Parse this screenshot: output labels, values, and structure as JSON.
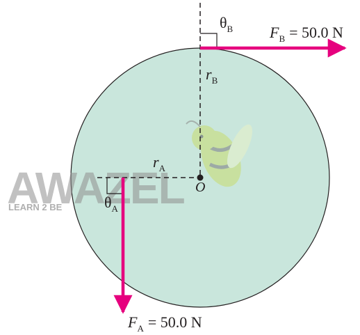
{
  "diagram": {
    "colors": {
      "disc_fill": "#c9e6dc",
      "disc_stroke": "#231f20",
      "force_arrow": "#e6007e",
      "dashed_line": "#231f20",
      "text": "#231f20",
      "watermark_grey": "#8f8f8f",
      "watermark_bee": "#c8dc6e"
    },
    "force_B": {
      "symbol": "F",
      "subscript": "B",
      "value": "= 50.0 N"
    },
    "force_A": {
      "symbol": "F",
      "subscript": "A",
      "value": "= 50.0 N"
    },
    "radius_B": {
      "symbol": "r",
      "subscript": "B"
    },
    "radius_A": {
      "symbol": "r",
      "subscript": "A"
    },
    "angle_B": {
      "symbol": "θ",
      "subscript": "B"
    },
    "angle_A": {
      "symbol": "θ",
      "subscript": "A"
    },
    "center_label": "O",
    "watermark": {
      "main_text": "AWAZEL",
      "sub_text": "LEARN 2 BE"
    }
  }
}
